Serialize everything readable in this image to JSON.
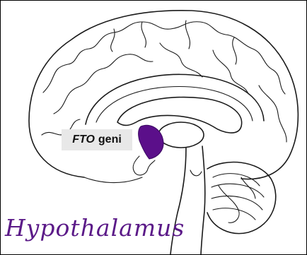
{
  "diagram": {
    "gene_label": {
      "gene_symbol": "FTO",
      "gene_word": "geni"
    },
    "region_caption": "Hypothalamus",
    "highlight_color": "#5b0f8a"
  }
}
